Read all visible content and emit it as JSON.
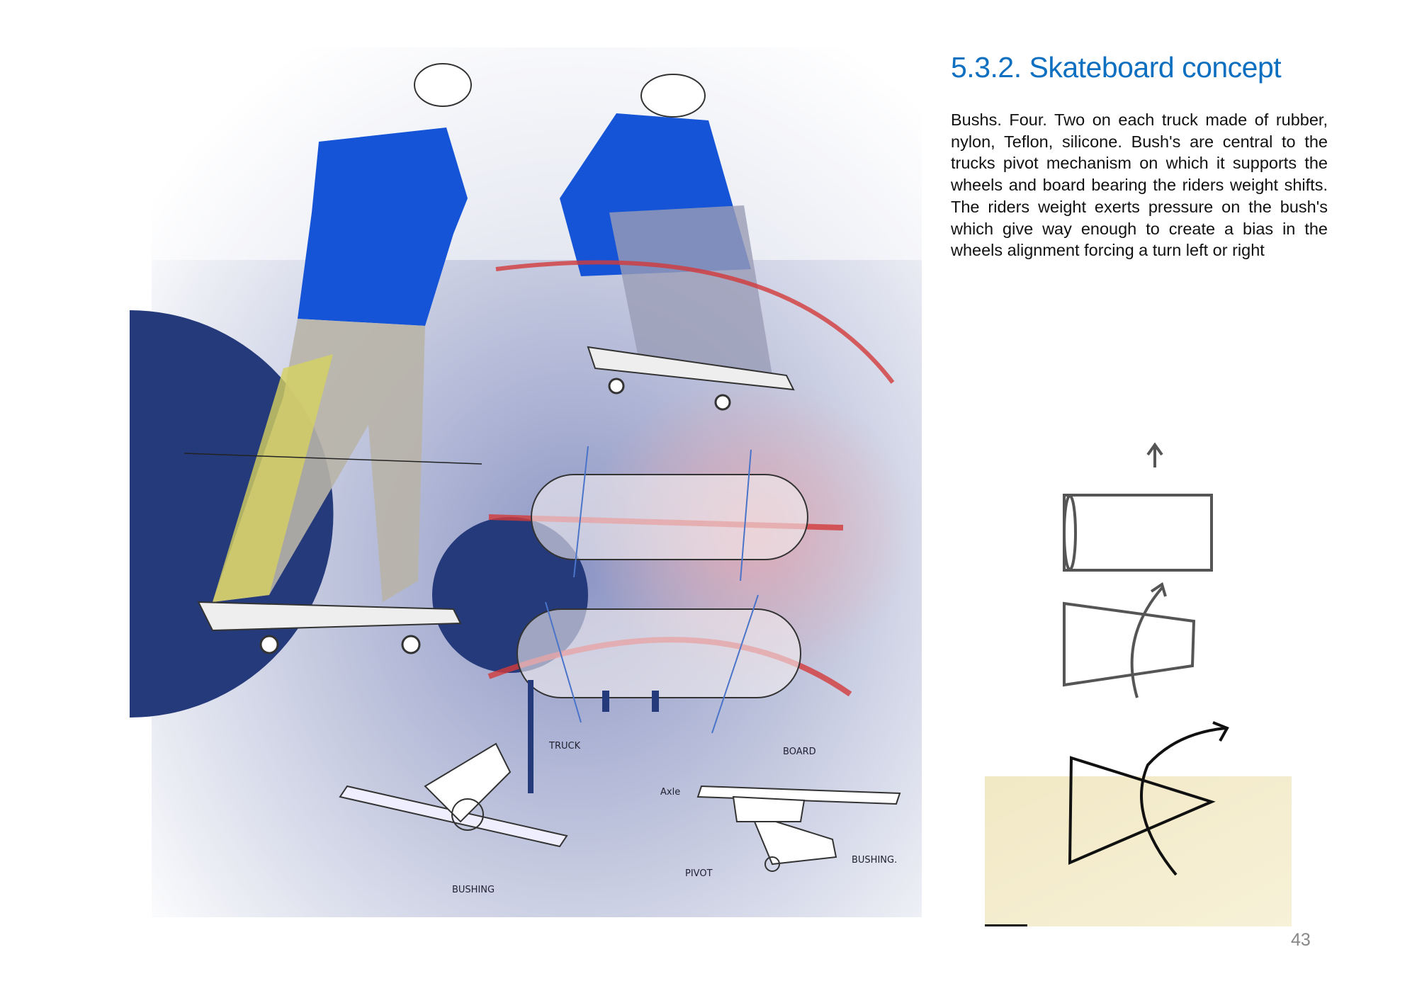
{
  "title": "5.3.2.  Skateboard concept",
  "body": "Bushs. Four. Two on each truck made of rubber, nylon, Teflon, silicone. Bush's are central to the trucks pivot mechanism on which it supports the wheels and board bearing the riders weight shifts. The riders weight exerts pressure on the bush's which give way enough to create a bias in the wheels alignment forcing a turn left or right",
  "page_number": "43",
  "sketch_labels": {
    "truck": "TRUCK",
    "board": "BOARD",
    "axle": "Axle",
    "pivot": "PIVOT",
    "bushing_right": "BUSHING.",
    "bushing_left": "BUSHING"
  },
  "colors": {
    "title": "#0d6fc0",
    "navy": "#253a7a",
    "shirt": "#1554d6",
    "red": "#d23a3a"
  }
}
